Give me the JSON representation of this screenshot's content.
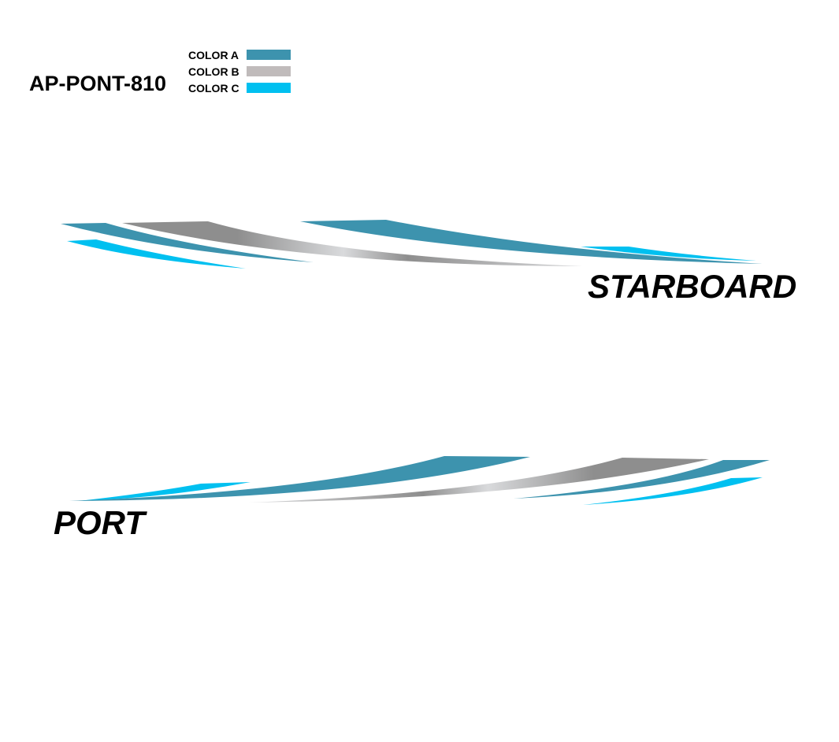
{
  "header": {
    "product_code": "AP-PONT-810"
  },
  "legend": {
    "items": [
      {
        "label": "COLOR A",
        "color": "#3D93AE"
      },
      {
        "label": "COLOR B",
        "color": "#C0BBBB"
      },
      {
        "label": "COLOR C",
        "color": "#00C0F0"
      }
    ]
  },
  "sides": {
    "starboard_label": "STARBOARD",
    "port_label": "PORT"
  },
  "graphic_colors": {
    "color_a": "#3D93AE",
    "color_c": "#00C0F0",
    "silver_dark": "#8E8E8E",
    "silver_light": "#D9DADC"
  }
}
